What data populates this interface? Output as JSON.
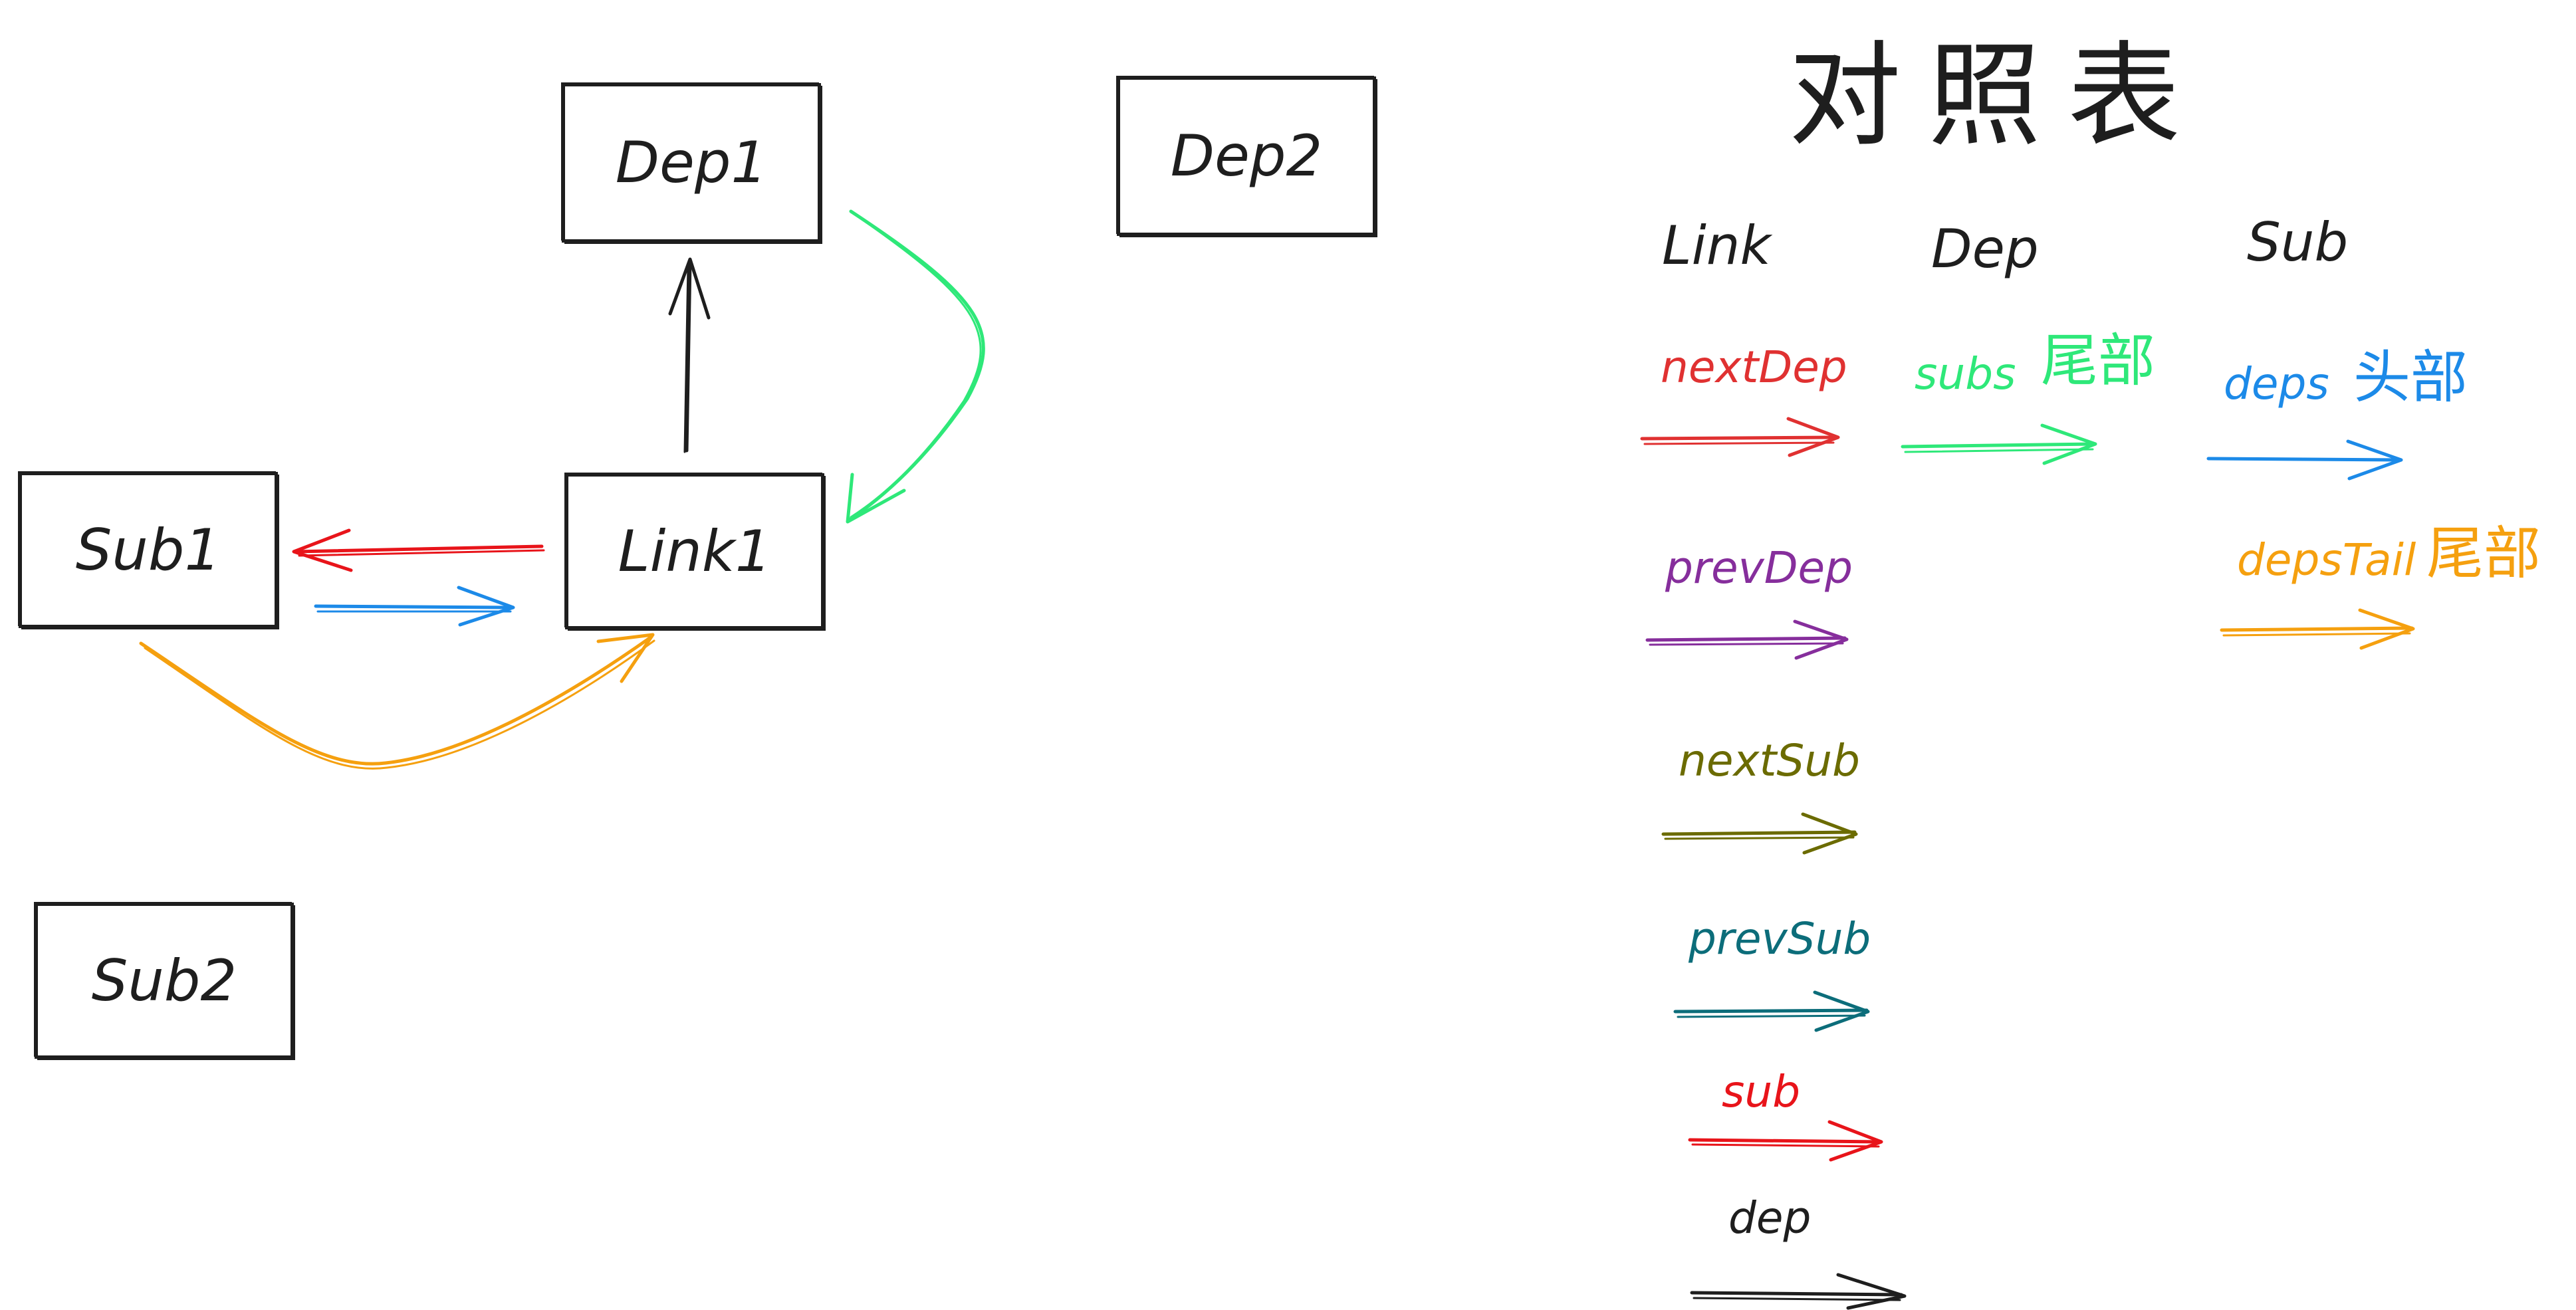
{
  "diagram": {
    "nodes": {
      "dep1": "Dep1",
      "dep2": "Dep2",
      "sub1": "Sub1",
      "link1": "Link1",
      "sub2": "Sub2"
    },
    "legend": {
      "title": "对照表",
      "columns": {
        "link": "Link",
        "dep": "Dep",
        "sub": "Sub"
      },
      "link_fields": [
        "nextDep",
        "prevDep",
        "nextSub",
        "prevSub",
        "sub",
        "dep"
      ],
      "dep_fields": [
        {
          "name": "subs",
          "note": "尾部"
        }
      ],
      "sub_fields": [
        {
          "name": "deps",
          "note": "头部"
        },
        {
          "name": "depsTail",
          "note": "尾部"
        }
      ]
    },
    "colors": {
      "nextDep": "#e03131",
      "prevDep": "#862e9c",
      "nextSub": "#6b6b00",
      "prevSub": "#0c6d7a",
      "sub": "#e8141a",
      "dep": "#1e1e1e",
      "subs": "#2ee879",
      "deps": "#1c8ae8",
      "depsTail": "#f5a00f"
    }
  }
}
